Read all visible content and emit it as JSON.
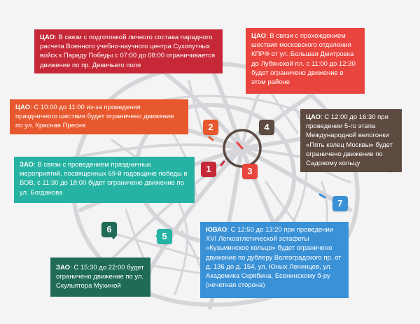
{
  "colors": {
    "background": "#f4f4f5",
    "road": "#d6d6da",
    "garden_ring": "#5a4a42",
    "c1": "#c62837",
    "c2": "#e8582e",
    "c3": "#e9443d",
    "c4": "#5d4a40",
    "c5": "#27b3a3",
    "c6": "#1f6b57",
    "c7": "#3a91d6"
  },
  "callouts": [
    {
      "id": 1,
      "district": "ЦАО",
      "text": ": В связи с подготовкой личного состава парадного расчета Военного учебно-научного центра Сухопутных войск к Параду Победы с 07:00 до 08:00 ограничивается движение по пр. Девичьего поля"
    },
    {
      "id": 2,
      "district": "ЦАО",
      "text": ": С 10:00 до 11:00 из-за проведения праздничного шествия будет ограничено движение по ул. Красная Пресня"
    },
    {
      "id": 3,
      "district": "ЦАО",
      "text": ": В связи с прохождением шествия московского отделения КПРФ от ул. Большая Дмитровка до Лубянской пл. с 11:00 до 12:30 будет ограничено движение в этом районе"
    },
    {
      "id": 4,
      "district": "ЦАО",
      "text": ": С 12:00 до 16:30 при проведении 5-го этапа Международной велогонки «Пять колец Москвы» будет ограничено движение по Садовому кольцу"
    },
    {
      "id": 5,
      "district": "ЗАО",
      "text": ": В связи с проведением праздничных мероприятий, посвященных 69-й годовщине победы в ВОВ, с 11:30 до 18:00 будет ограничено движение по ул. Богданова"
    },
    {
      "id": 6,
      "district": "ЗАО",
      "text": ": С 15:30 до 22:00 будет ограничено движение по ул. Скульптора Мухиной"
    },
    {
      "id": 7,
      "district": "ЮВАО",
      "text": ": С 12:50 до 13:20 при проведении XVI Легкоатлетической эстафеты «Кузьминское кольцо» будет ограничено движение по дублеру Волгоградского пр. от д. 136 до д. 154, ул. Юных Ленинцев, ул. Академика Скрябина, Есенинскому б-ру (нечетная сторона)"
    }
  ],
  "markers": [
    {
      "label": "1",
      "color": "#c62837"
    },
    {
      "label": "2",
      "color": "#e8582e"
    },
    {
      "label": "3",
      "color": "#e9443d"
    },
    {
      "label": "4",
      "color": "#5d4a40"
    },
    {
      "label": "5",
      "color": "#27b3a3"
    },
    {
      "label": "6",
      "color": "#1f6b57"
    },
    {
      "label": "7",
      "color": "#3a91d6"
    }
  ]
}
